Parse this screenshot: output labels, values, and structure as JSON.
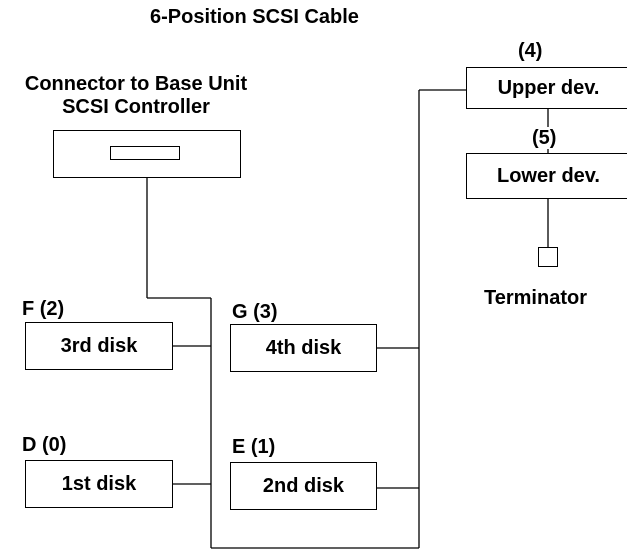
{
  "title": "6-Position SCSI Cable",
  "connector": {
    "label_line1": "Connector to Base Unit",
    "label_line2": "SCSI Controller"
  },
  "positions": {
    "f": {
      "id_label": "F (2)",
      "box_label": "3rd disk"
    },
    "g": {
      "id_label": "G (3)",
      "box_label": "4th disk"
    },
    "d": {
      "id_label": "D (0)",
      "box_label": "1st disk"
    },
    "e": {
      "id_label": "E (1)",
      "box_label": "2nd disk"
    },
    "upper": {
      "id_label": "(4)",
      "box_label": "Upper dev."
    },
    "lower": {
      "id_label": "(5)",
      "box_label": "Lower dev."
    }
  },
  "terminator": {
    "label": "Terminator"
  }
}
